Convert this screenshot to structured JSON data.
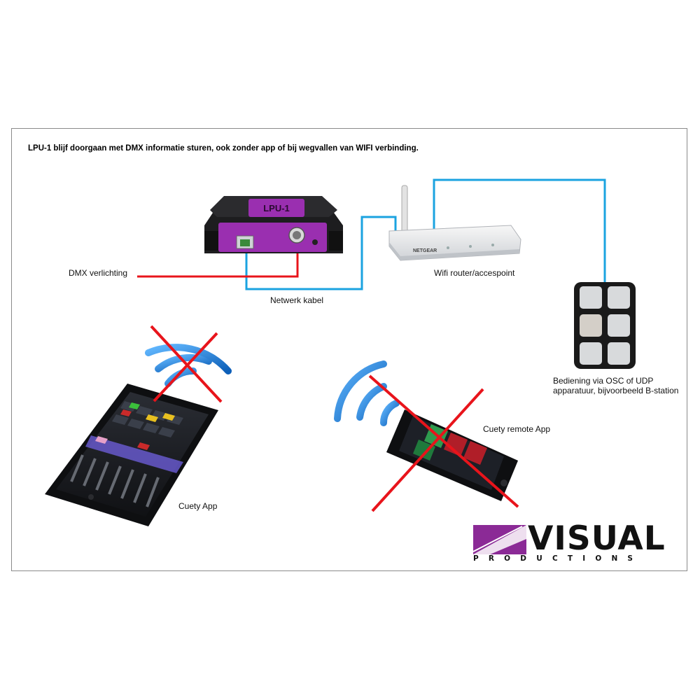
{
  "title": "LPU-1  blijf doorgaan met DMX informatie sturen, ook zonder app of bij wegvallen van WIFI verbinding.",
  "labels": {
    "dmx": "DMX verlichting",
    "netwerk": "Netwerk kabel",
    "router": "Wifi router/accespoint",
    "bstation": "Bediening via OSC of UDP apparatuur, bijvoorbeeld B-station",
    "cuety_remote": "Cuety remote App",
    "cuety": "Cuety App"
  },
  "devices": {
    "lpu_name": "LPU-1",
    "router_brand": "NETGEAR"
  },
  "logo": {
    "word": "VISUAL",
    "sub": "PRODUCTIONS"
  },
  "colors": {
    "dmx_cable": "#e8141b",
    "network_cable": "#1ba3e0",
    "cross": "#e8141b",
    "lpu_purple": "#9a2fb0",
    "wifi_blue": "#1a7fd6",
    "logo_purple": "#8b2a96"
  }
}
